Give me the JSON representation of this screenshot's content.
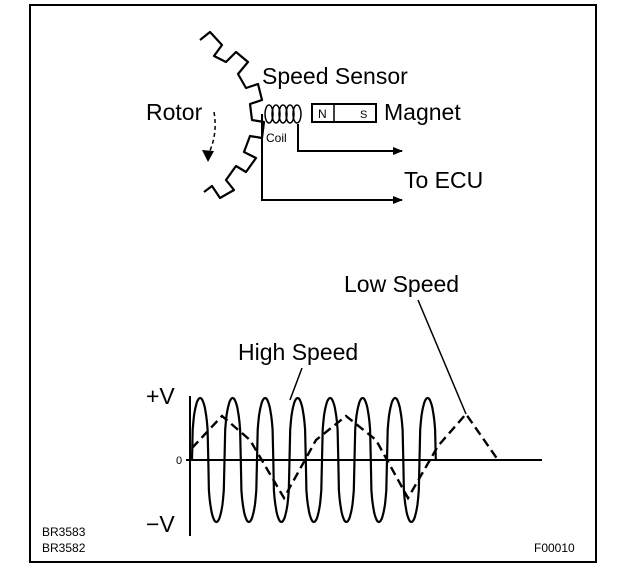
{
  "labels": {
    "speed_sensor": "Speed Sensor",
    "rotor": "Rotor",
    "magnet": "Magnet",
    "magnet_n": "N",
    "magnet_s": "S",
    "coil": "Coil",
    "to_ecu": "To ECU",
    "low_speed": "Low Speed",
    "high_speed": "High Speed",
    "plus_v": "+V",
    "minus_v": "−V",
    "zero": "0",
    "ref1": "BR3583",
    "ref2": "BR3582",
    "fig_code": "F00010"
  }
}
